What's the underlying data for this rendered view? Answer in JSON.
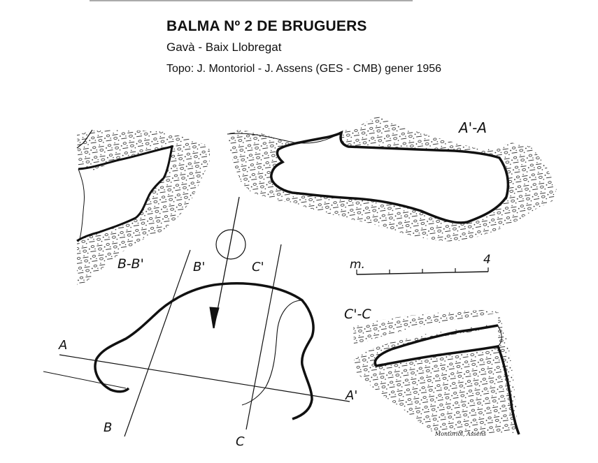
{
  "header": {
    "title": "BALMA Nº 2 DE BRUGUERS",
    "location": "Gavà - Baix Llobregat",
    "survey_credit": "Topo: J. Montoriol - J. Assens  (GES - CMB)  gener 1956"
  },
  "sections": {
    "a_a": "A'-A",
    "b_b": "B-B'",
    "c_c": "C'-C"
  },
  "plan_labels": {
    "a": "A",
    "a_prime": "A'",
    "b": "B",
    "b_prime": "B'",
    "c": "C",
    "c_prime": "C'"
  },
  "scale_bar": {
    "unit": "m.",
    "max": "4"
  },
  "signature": "Montoriol, Assens",
  "colors": {
    "ink": "#111111",
    "paper": "#ffffff"
  }
}
